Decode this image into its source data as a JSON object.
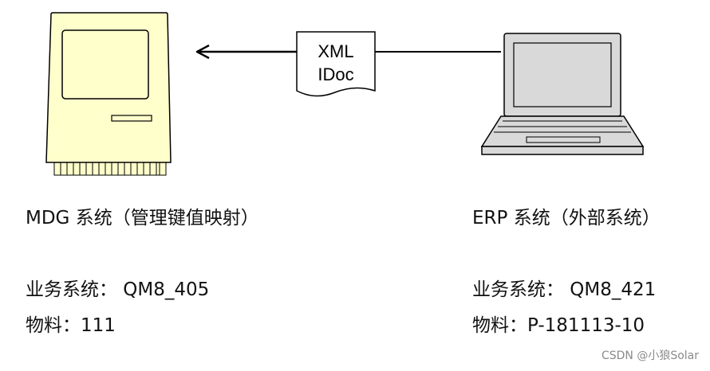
{
  "document": {
    "label": "XML\nIDoc",
    "label_lines": [
      "XML",
      "IDoc"
    ]
  },
  "left_system": {
    "title": "MDG 系统（管理键值映射）",
    "business_system": "业务系统： QM8_405",
    "material": "物料：111"
  },
  "right_system": {
    "title": "ERP 系统（外部系统）",
    "business_system": "业务系统： QM8_421",
    "material": "物料：P-181113-10"
  },
  "watermark": "CSDN @小狼Solar",
  "colors": {
    "computer_fill": "#ffffcc",
    "laptop_fill": "#d9d9d9",
    "outline": "#000000"
  },
  "icons": {
    "left": "desktop-computer-icon",
    "right": "laptop-icon",
    "middle": "document-icon"
  }
}
